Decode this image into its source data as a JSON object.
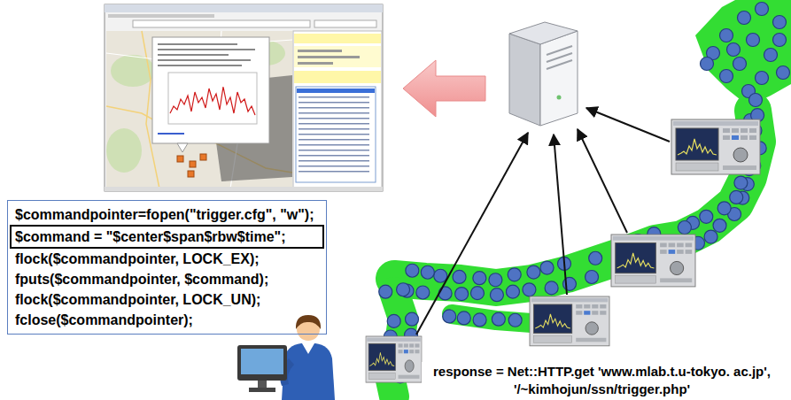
{
  "diagram": {
    "nodes": [
      {
        "text": [
          "$commandpointer=fopen(\"trigger.cfg\", \"w\");",
          "flock($commandpointer, LOCK_EX);",
          "fputs($commandpointer, $command);",
          "flock($commandpointer, LOCK_UN);",
          "fclose($commandpointer);"
        ]
      },
      {
        "text": [
          "$command = \"$center$span$rbw$time\";"
        ],
        "in": 0
      }
    ],
    "labels": [
      "response = Net::HTTP.get 'www.mlab.t.u-tokyo. ac.jp', '/~kimhojun/ssn/trigger.php'"
    ]
  }
}
